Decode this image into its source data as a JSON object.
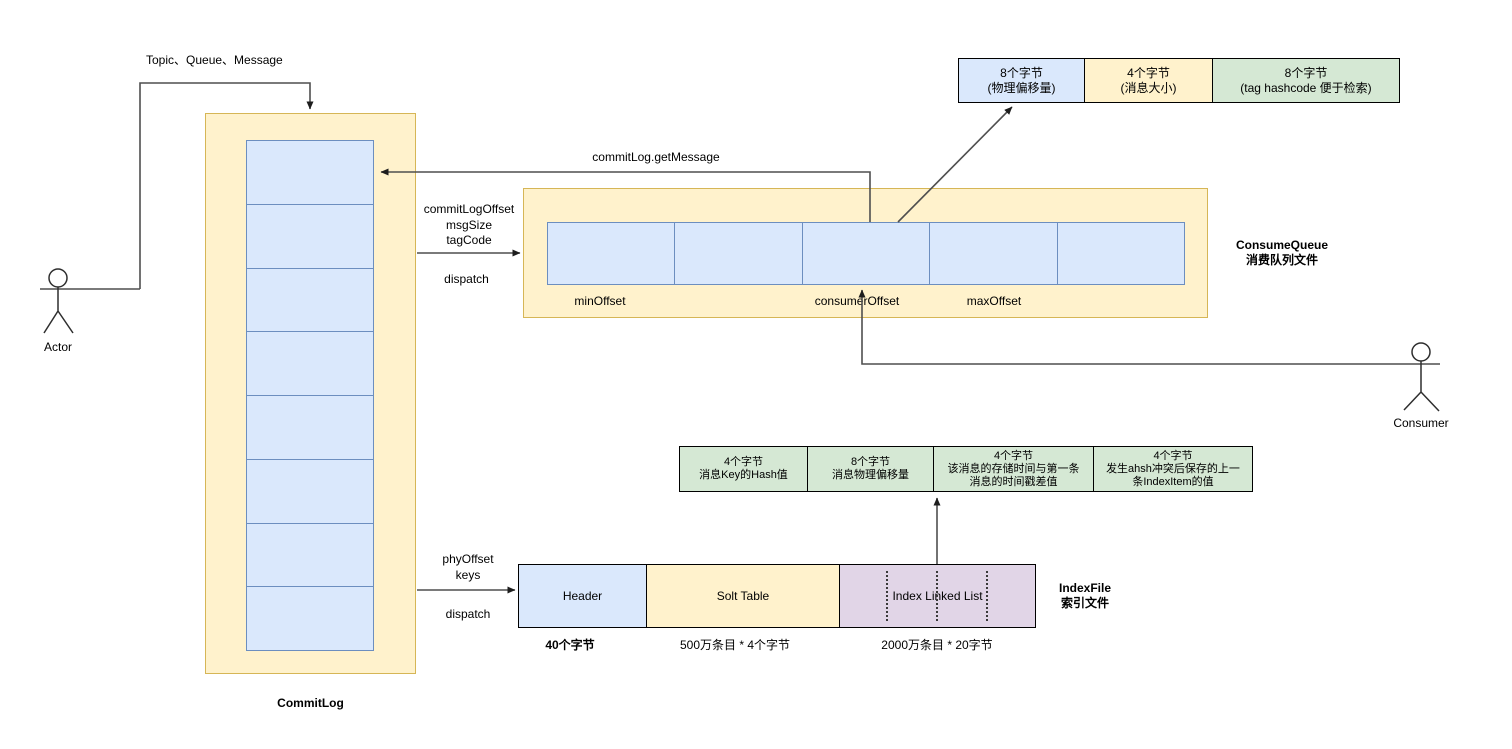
{
  "actor": {
    "label": "Actor"
  },
  "consumer": {
    "label": "Consumer"
  },
  "commitlog": {
    "label": "CommitLog"
  },
  "consume_queue": {
    "name": "ConsumeQueue",
    "name_cn": "消费队列文件",
    "min_offset": "minOffset",
    "consumer_offset": "consumerOffset",
    "max_offset": "maxOffset"
  },
  "cq_entry_fields": [
    {
      "size": "8个字节",
      "desc": "(物理偏移量)"
    },
    {
      "size": "4个字节",
      "desc": "(消息大小)"
    },
    {
      "size": "8个字节",
      "desc": "(tag hashcode 便于检索)"
    }
  ],
  "index_entry_fields": [
    {
      "lines": [
        "4个字节",
        "消息Key的Hash值",
        ""
      ]
    },
    {
      "lines": [
        "8个字节",
        "消息物理偏移量",
        ""
      ]
    },
    {
      "lines": [
        "4个字节",
        "该消息的存储时间与第一条",
        "消息的时间戳差值"
      ]
    },
    {
      "lines": [
        "4个字节",
        "发生ahsh冲突后保存的上一",
        "条IndexItem的值"
      ]
    }
  ],
  "index_file": {
    "name": "IndexFile",
    "name_cn": "索引文件",
    "header": "Header",
    "slot_table": "Solt Table",
    "linked_list": "Index Linked List",
    "header_size": "40个字节",
    "slot_size": "500万条目 * 4个字节",
    "list_size": "2000万条目 * 20字节"
  },
  "edges": {
    "produce": "Topic、Queue、Message",
    "get_message": "commitLog.getMessage",
    "cq_dispatch_fields": [
      "commitLogOffset",
      "msgSize",
      "tagCode"
    ],
    "cq_dispatch": "dispatch",
    "if_dispatch_fields": [
      "phyOffset",
      "keys"
    ],
    "if_dispatch": "dispatch"
  },
  "colors": {
    "blue_fill": "#dae8fc",
    "blue_stroke": "#6c8ebf",
    "yellow_fill": "#fff2cc",
    "yellow_stroke": "#d6b656",
    "green_fill": "#d5e8d4",
    "green_stroke": "#82b366",
    "purple_fill": "#e1d5e7",
    "purple_stroke": "#9673a6"
  }
}
